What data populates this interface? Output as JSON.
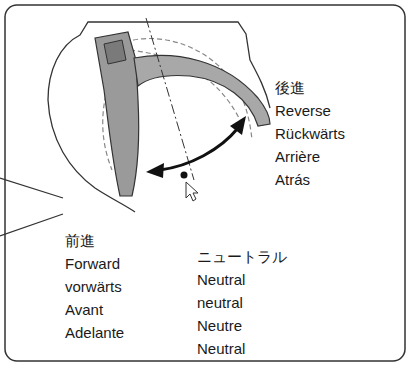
{
  "diagram": {
    "labels": [
      "後進",
      "Reverse",
      "Rückwärts",
      "Arrière",
      "Atrás",
      "前進",
      "Forward",
      "vorwärts",
      "Avant",
      "Adelante",
      "ニュートラル",
      "Neutral",
      "neutral",
      "Neutre",
      "Neutral"
    ]
  }
}
